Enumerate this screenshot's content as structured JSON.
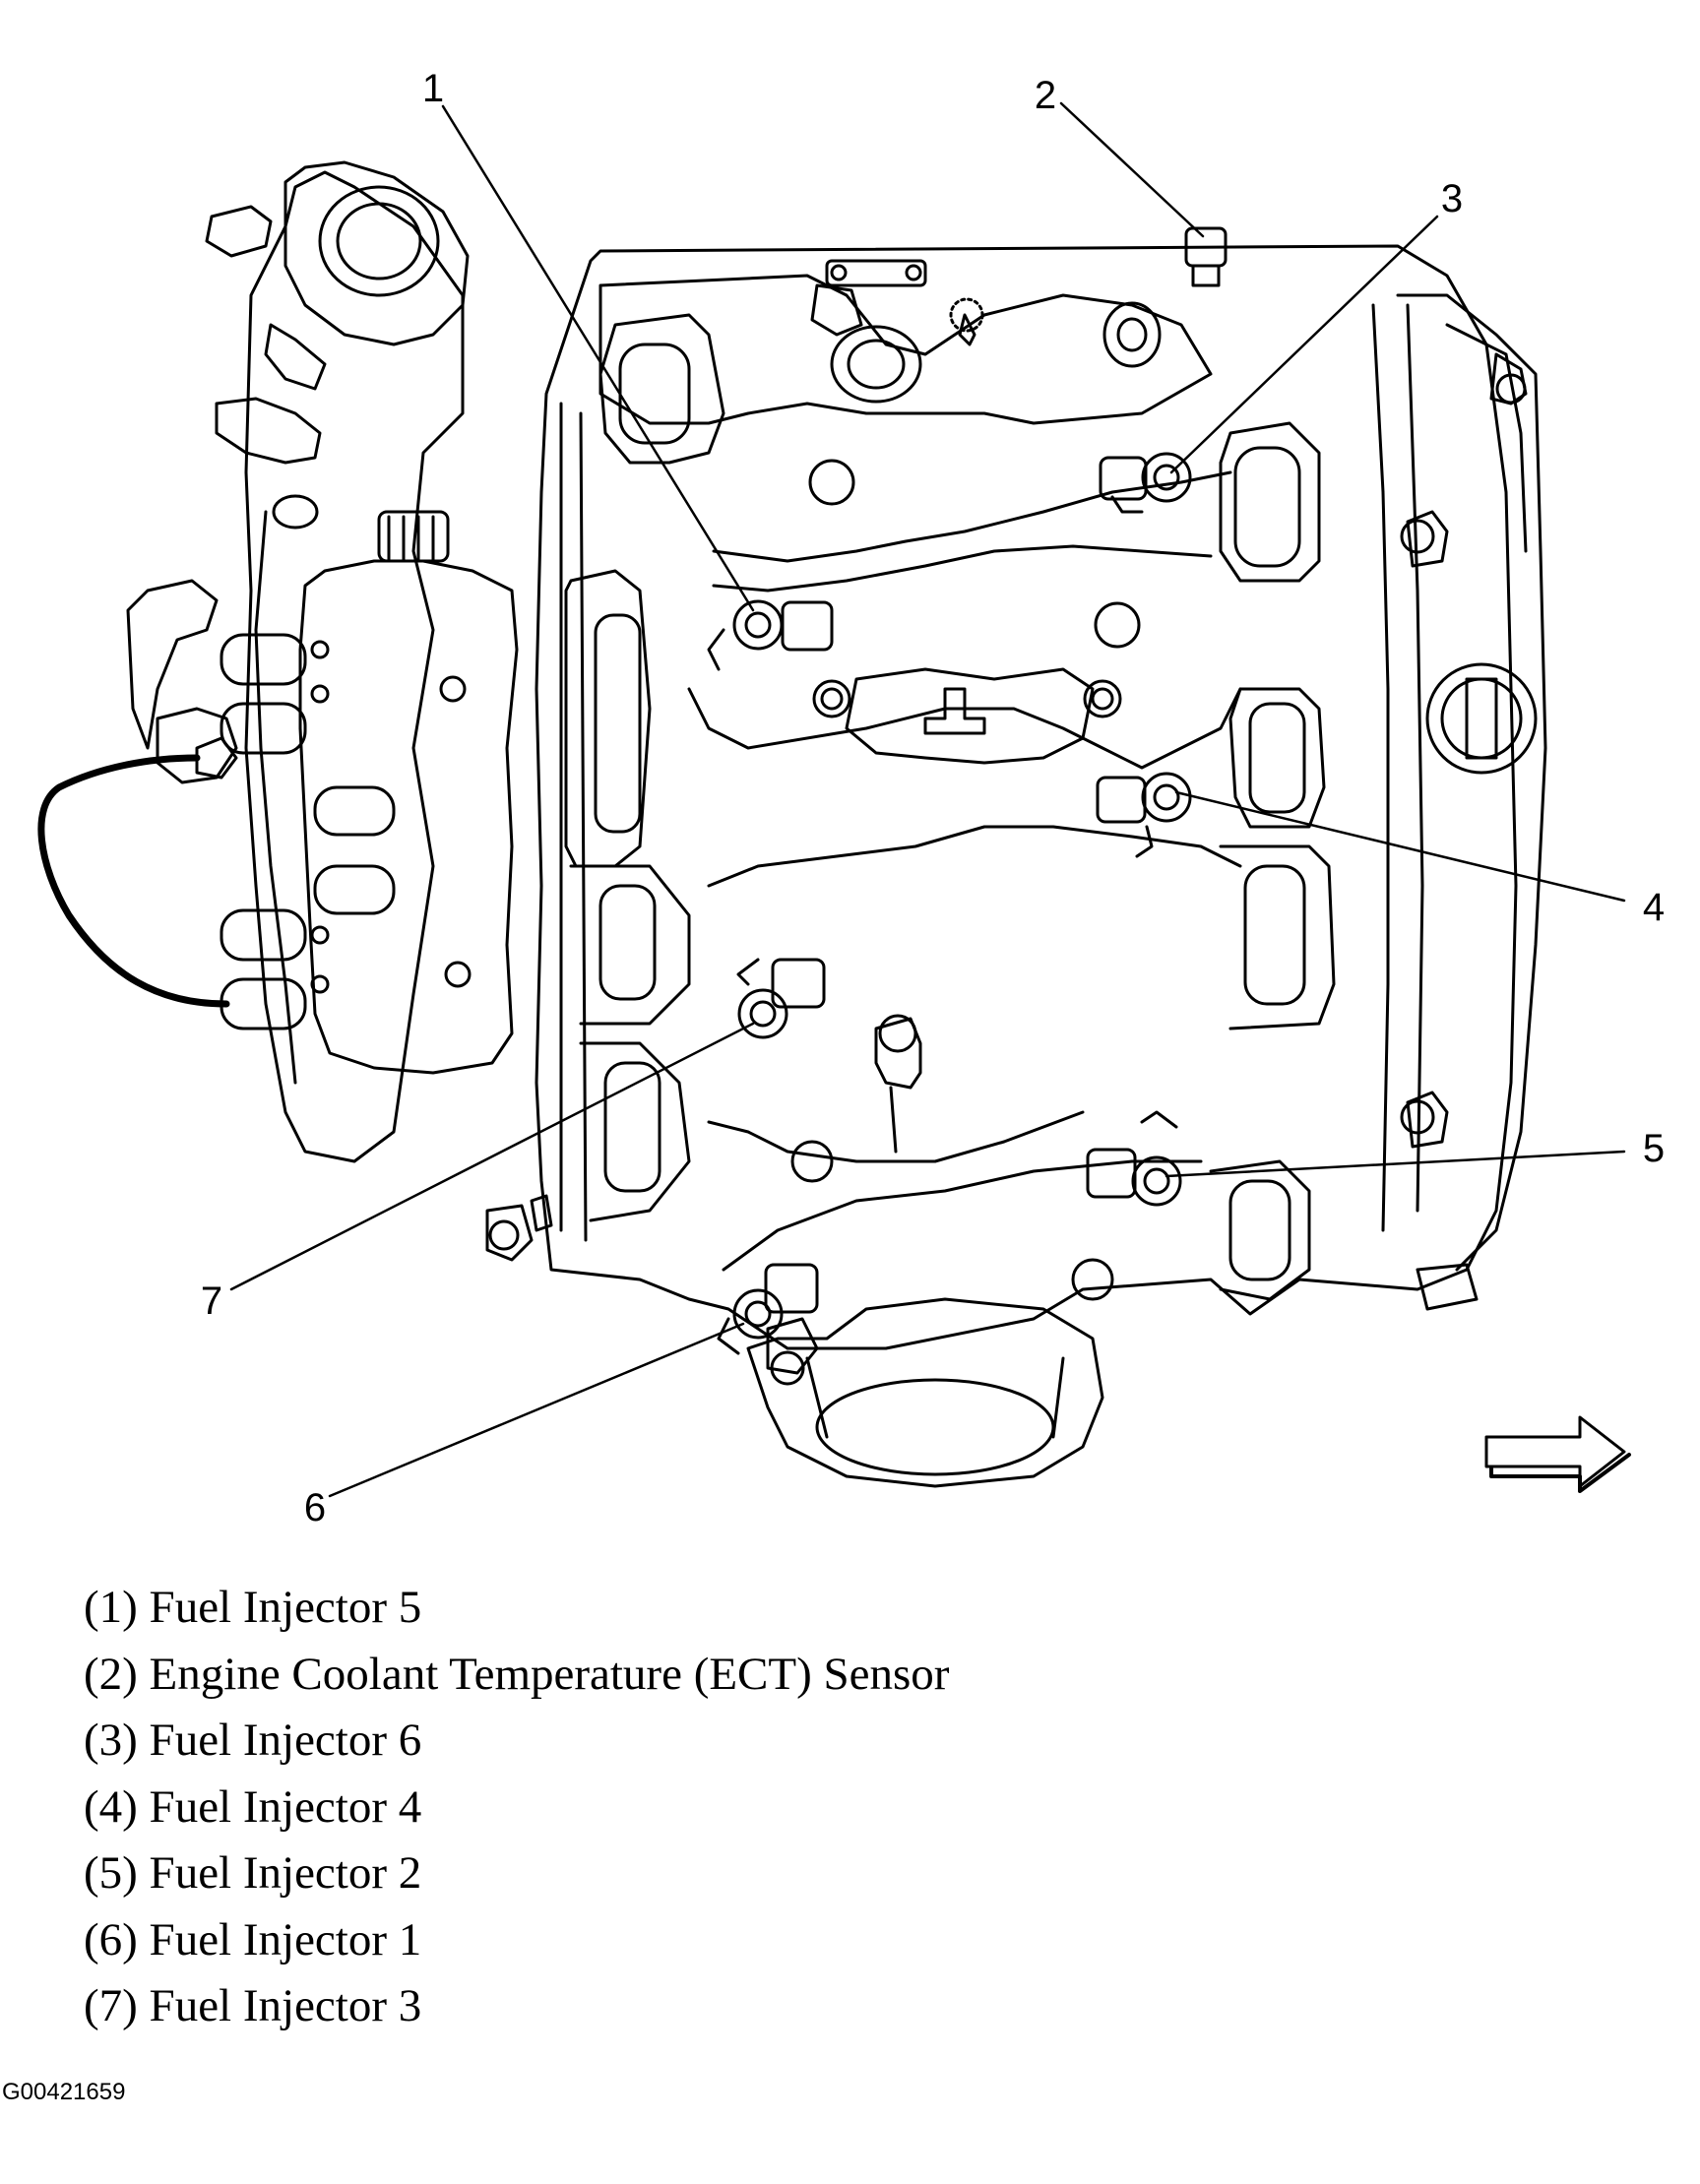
{
  "callouts": [
    "1",
    "2",
    "3",
    "4",
    "5",
    "6",
    "7"
  ],
  "legend": [
    "(1) Fuel Injector 5",
    "(2) Engine Coolant Temperature (ECT) Sensor",
    "(3) Fuel Injector 6",
    "(4) Fuel Injector 4",
    "(5) Fuel Injector 2",
    "(6) Fuel Injector 1",
    "(7) Fuel Injector 3"
  ],
  "figure_id": "G00421659",
  "icons": {
    "direction_arrow": "arrow-right-icon"
  }
}
